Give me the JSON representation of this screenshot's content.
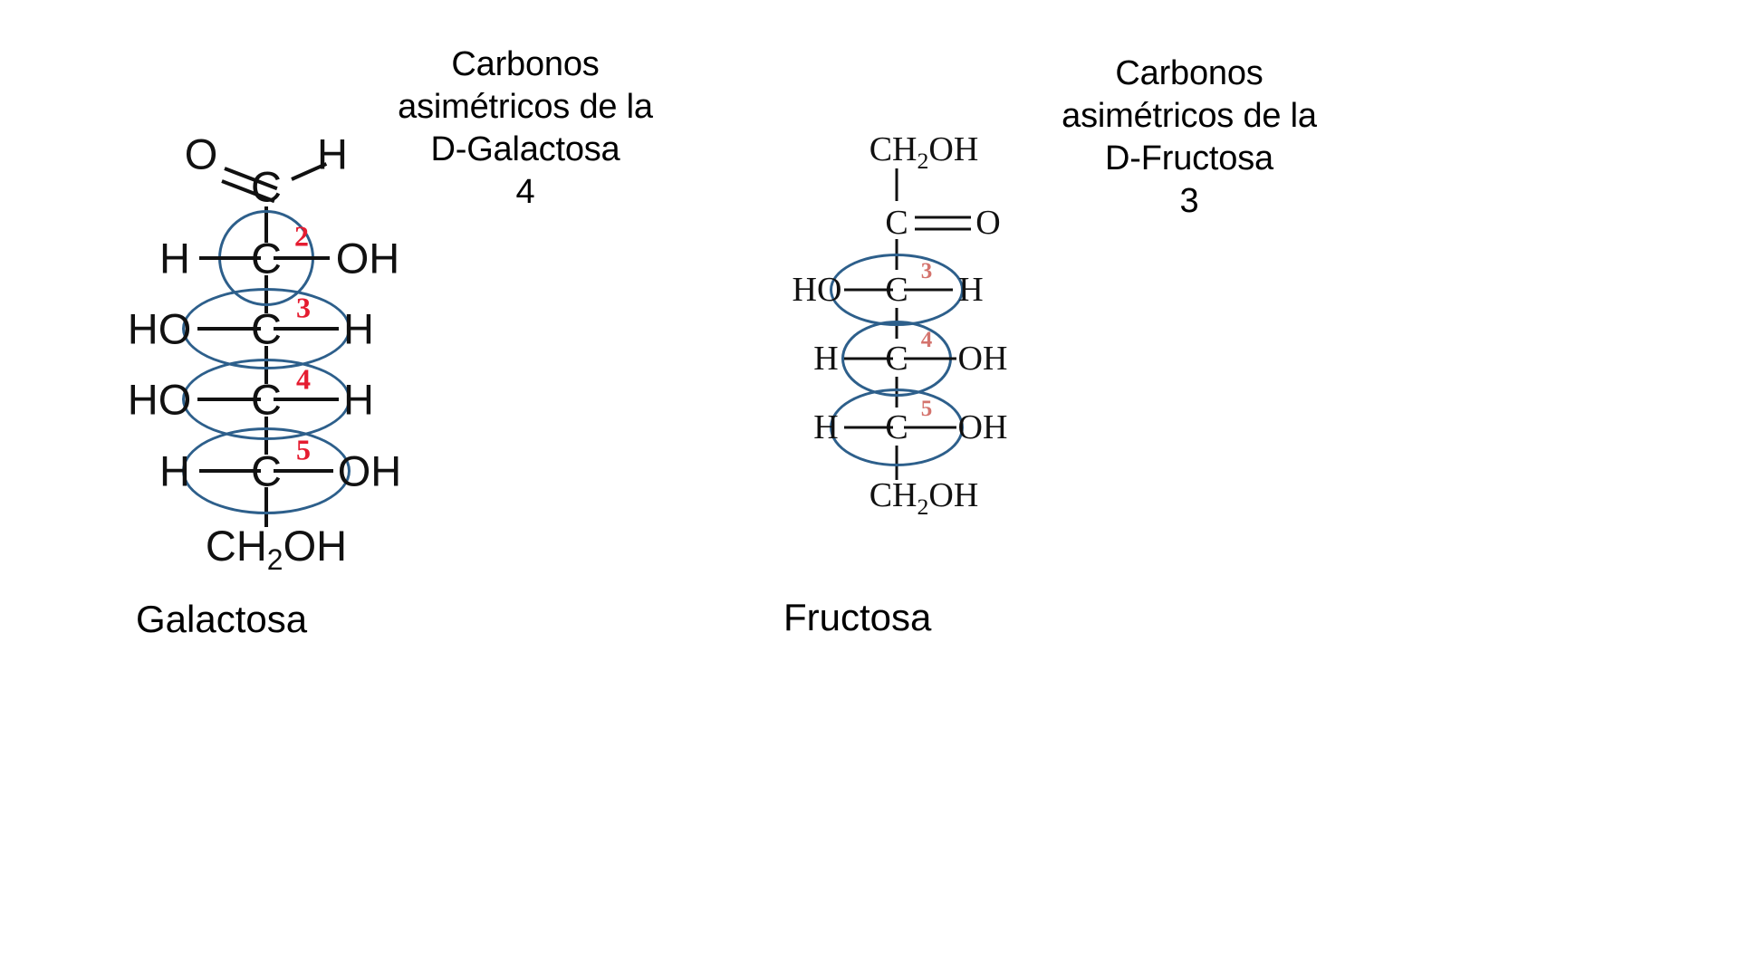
{
  "page": {
    "background": "#ffffff",
    "ring_color": "#2d5f8b",
    "number_color": "#e51c30",
    "number_color_faded": "#d4736d",
    "atom_color": "#111111"
  },
  "galactose": {
    "caption_lines": "Carbonos asimétricos de la D-Galactosa",
    "caption_count": "4",
    "name": "Galactosa",
    "top_left_atom": "O",
    "top_right_atom": "H",
    "carbonyl_carbon": "C",
    "terminal_group_c": "CH",
    "terminal_group_sub": "2",
    "terminal_group_oh": "OH",
    "rows": [
      {
        "left": "H",
        "center": "C",
        "right": "OH",
        "number": "2"
      },
      {
        "left": "HO",
        "center": "C",
        "right": "H",
        "number": "3"
      },
      {
        "left": "HO",
        "center": "C",
        "right": "H",
        "number": "4"
      },
      {
        "left": "H",
        "center": "C",
        "right": "OH",
        "number": "5"
      }
    ]
  },
  "fructose": {
    "caption_lines": "Carbonos asimétricos de la D-Fructosa",
    "caption_count": "3",
    "name": "Fructosa",
    "top_group_c": "CH",
    "top_group_sub": "2",
    "top_group_oh": "OH",
    "ketone_carbon": "C",
    "ketone_oxygen": "O",
    "bottom_group_c": "CH",
    "bottom_group_sub": "2",
    "bottom_group_oh": "OH",
    "rows": [
      {
        "left": "HO",
        "center": "C",
        "right": "H",
        "number": "3"
      },
      {
        "left": "H",
        "center": "C",
        "right": "OH",
        "number": "4"
      },
      {
        "left": "H",
        "center": "C",
        "right": "OH",
        "number": "5"
      }
    ]
  }
}
